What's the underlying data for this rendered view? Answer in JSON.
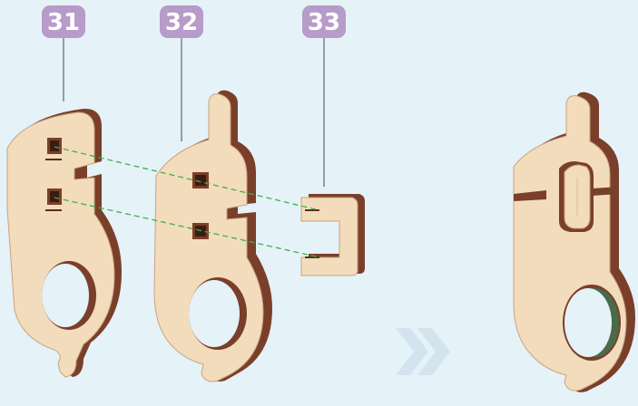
{
  "parts": [
    {
      "label": "31",
      "name": "part-31"
    },
    {
      "label": "32",
      "name": "part-32"
    },
    {
      "label": "33",
      "name": "part-33"
    }
  ],
  "colors": {
    "background": "#e5f2f8",
    "badge_fill": "#b79bc9",
    "badge_text": "#ffffff",
    "wood_face": "#f2dcbc",
    "wood_edge": "#7a3f2a",
    "wood_side": "#c9a37f",
    "guide_line": "#3fb04a",
    "leader_line": "#6e6e6e",
    "arrow": "#d3e4ef"
  },
  "icons": [
    "double-chevron-right-icon"
  ]
}
